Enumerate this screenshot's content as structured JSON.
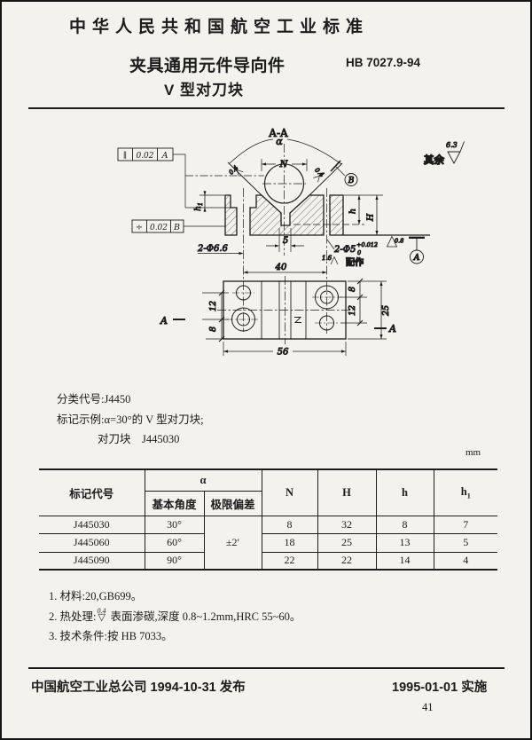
{
  "header": {
    "standard_title": "中华人民共和国航空工业标准",
    "subtitle_line1": "夹具通用元件导向件",
    "subtitle_line2": "V 型对刀块",
    "standard_number": "HB 7027.9-94"
  },
  "drawing": {
    "section_title": "A-A",
    "angle_symbol": "α",
    "n_label": "N",
    "h1_base": "h",
    "h1_sub": "1",
    "h_label": "h",
    "H_label": "H",
    "frame_parallel": {
      "symbol": "∥",
      "value": "0.02",
      "datum": "A"
    },
    "frame_symmetry": {
      "symbol": "÷",
      "value": "0.02",
      "datum": "B"
    },
    "datum_a": "A",
    "datum_b": "B",
    "rough_left": "0.4",
    "rough_right": "0.4",
    "rough_base": "0.8",
    "rough_hole": "1.6",
    "rough_general_prefix": "其余",
    "rough_general_value": "6.3",
    "dim_2phi66": "2-Φ6.6",
    "dim_slot": "5",
    "dim_2phi5": "2-Φ5",
    "dim_2phi5_sup": "+0.012",
    "dim_2phi5_sub": "0",
    "fit_note": "配作",
    "dim_40": "40",
    "dim_56": "56",
    "dim_left_12": "12",
    "dim_left_8": "8",
    "dim_right_8": "8",
    "dim_right_12": "12",
    "dim_right_25": "25",
    "section_mark_left": "A",
    "section_mark_right": "A"
  },
  "classification": {
    "line1": "分类代号:J4450",
    "line2": "标记示例:α=30°的 V 型对刀块;",
    "line3": "对刀块　J445030"
  },
  "table": {
    "unit": "mm",
    "headers": {
      "code": "标记代号",
      "alpha": "α",
      "basic_angle": "基本角度",
      "limit_dev": "极限偏差",
      "n": "N",
      "H": "H",
      "h": "h",
      "h1_base": "h",
      "h1_sub": "1"
    },
    "limit_dev_value": "±2′",
    "rows": [
      {
        "code": "J445030",
        "angle": "30°",
        "n": "8",
        "H": "32",
        "h": "8",
        "h1": "7"
      },
      {
        "code": "J445060",
        "angle": "60°",
        "n": "18",
        "H": "25",
        "h": "13",
        "h1": "5"
      },
      {
        "code": "J445090",
        "angle": "90°",
        "n": "22",
        "H": "22",
        "h": "14",
        "h1": "4"
      }
    ]
  },
  "notes": {
    "n1": "1. 材料:20,GB699。",
    "n2_prefix": "2. 热处理:",
    "n2_rough_value": "0.4",
    "n2_rough_tri": "▽",
    "n2_text": "表面渗碳,深度 0.8~1.2mm,HRC 55~60。",
    "n3": "3. 技术条件:按 HB 7033。"
  },
  "footer": {
    "left": "中国航空工业总公司 1994-10-31 发布",
    "right": "1995-01-01 实施",
    "page_number": "41"
  }
}
